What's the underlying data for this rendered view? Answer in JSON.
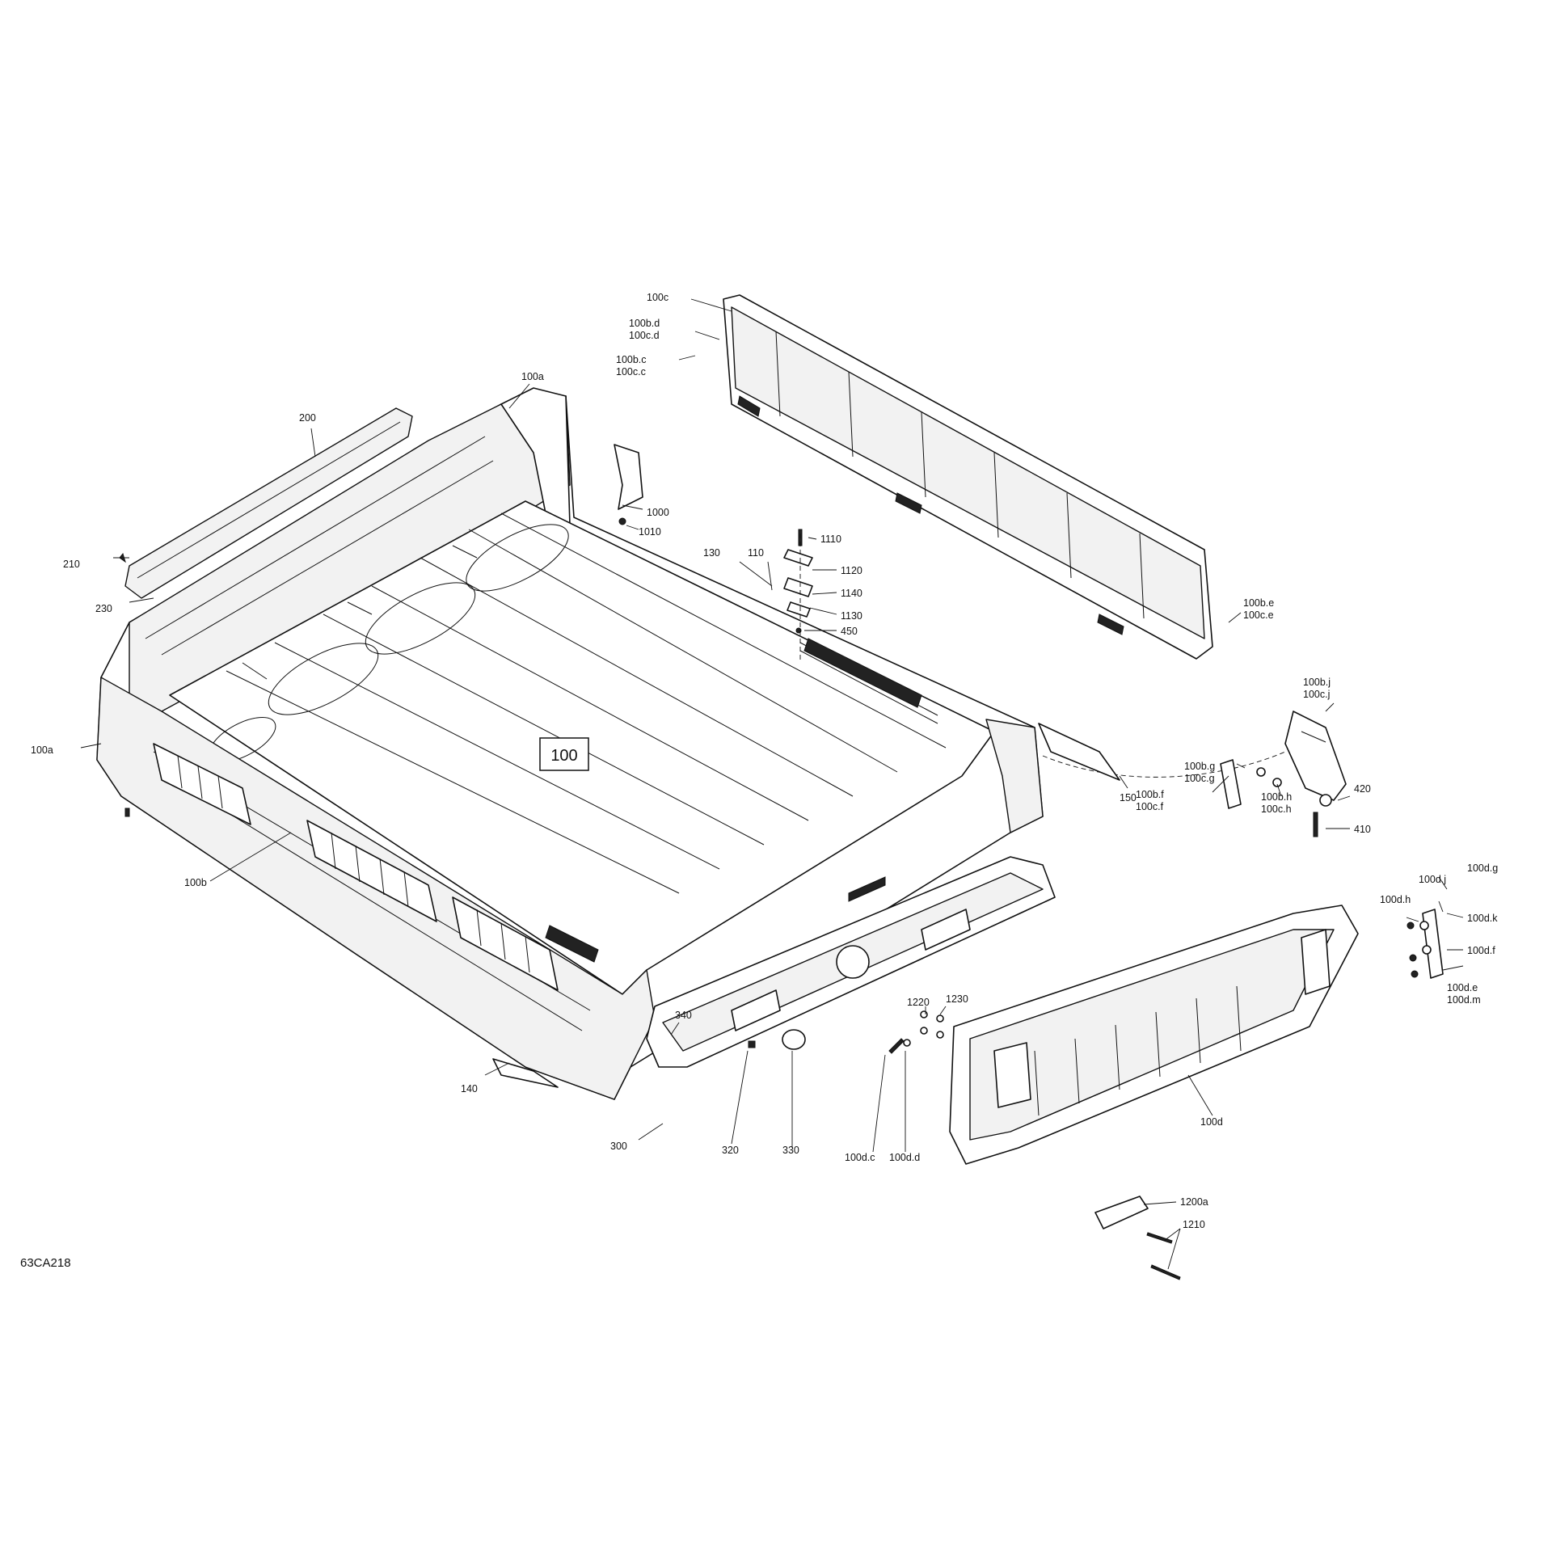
{
  "diagram": {
    "reference_code": "63CA218",
    "assembly_box": "100",
    "callouts": {
      "c100c": "100c",
      "c100bd_a": "100b.d",
      "c100bd_b": "100c.d",
      "c100bc_a": "100b.c",
      "c100bc_b": "100c.c",
      "c100a_top": "100a",
      "c200": "200",
      "c1000": "1000",
      "c1010": "1010",
      "c1110": "1110",
      "c1120": "1120",
      "c1140": "1140",
      "c1130": "1130",
      "c450": "450",
      "c130": "130",
      "c110": "110",
      "c210": "210",
      "c230": "230",
      "c100be_a": "100b.e",
      "c100be_b": "100c.e",
      "c100bj_a": "100b.j",
      "c100bj_b": "100c.j",
      "c100a_left": "100a",
      "c100bg_a": "100b.g",
      "c100bg_b": "100c.g",
      "c100bf_a": "100b.f",
      "c100bf_b": "100c.f",
      "c100bh_a": "100b.h",
      "c100bh_b": "100c.h",
      "c420": "420",
      "c410": "410",
      "c150": "150",
      "c100b": "100b",
      "c100dg": "100d.g",
      "c100dj": "100d.j",
      "c100dh": "100d.h",
      "c100dk": "100d.k",
      "c100df": "100d.f",
      "c100de": "100d.e",
      "c100dm": "100d.m",
      "c340": "340",
      "c140": "140",
      "c1220": "1220",
      "c1230": "1230",
      "c100d": "100d",
      "c300": "300",
      "c320": "320",
      "c330": "330",
      "c100dc": "100d.c",
      "c100dd": "100d.d",
      "c1200a": "1200a",
      "c1210": "1210"
    }
  }
}
